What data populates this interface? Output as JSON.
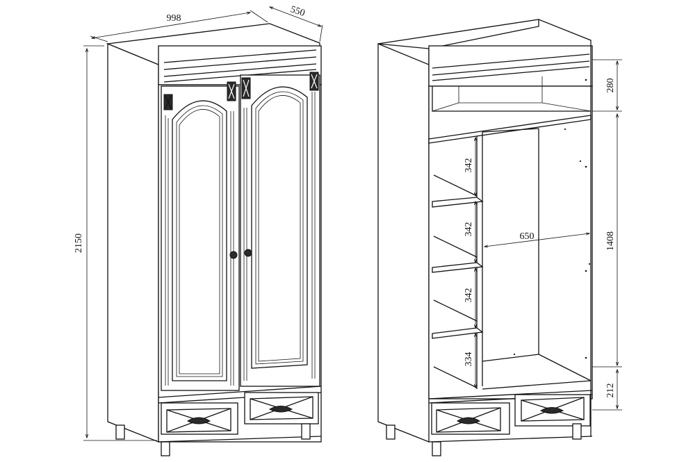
{
  "dimensions": {
    "width": "998",
    "depth": "550",
    "height": "2150",
    "top_section": "280",
    "shelf_1": "342",
    "shelf_2": "342",
    "shelf_3": "342",
    "shelf_4": "334",
    "rail_width": "650",
    "hanging_height": "1408",
    "drawer_height": "212"
  },
  "colors": {
    "line": "#111111",
    "ornament": "#2a2a2a",
    "background": "#ffffff"
  }
}
